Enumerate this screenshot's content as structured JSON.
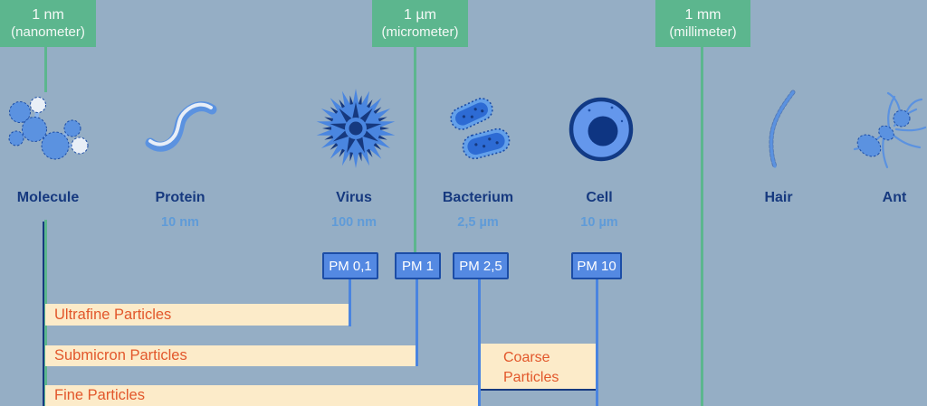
{
  "colors": {
    "background": "#95aec5",
    "scale_green": "#5cb68e",
    "label_navy": "#16397f",
    "size_text_blue": "#5f9bd8",
    "pm_fill": "#5489e2",
    "pm_border": "#1c4da6",
    "pm_line_blue": "#4a84e0",
    "bar_cream": "#fcebc9",
    "bar_text_orange": "#e2572b"
  },
  "scale": [
    {
      "value": "1 nm",
      "unit": "(nanometer)"
    },
    {
      "value": "1 µm",
      "unit": "(micrometer)"
    },
    {
      "value": "1 mm",
      "unit": "(millimeter)"
    }
  ],
  "items": [
    {
      "label": "Molecule"
    },
    {
      "label": "Protein",
      "size": "10 nm"
    },
    {
      "label": "Virus",
      "size": "100 nm"
    },
    {
      "label": "Bacterium",
      "size": "2,5 µm"
    },
    {
      "label": "Cell",
      "size": "10 µm"
    },
    {
      "label": "Hair"
    },
    {
      "label": "Ant"
    }
  ],
  "pm_markers": [
    {
      "label": "PM 0,1"
    },
    {
      "label": "PM 1"
    },
    {
      "label": "PM 2,5"
    },
    {
      "label": "PM 10"
    }
  ],
  "particle_bars": [
    {
      "label": "Ultrafine Particles"
    },
    {
      "label": "Submicron Particles"
    },
    {
      "label": "Fine Particles"
    },
    {
      "label": "Coarse Particles"
    }
  ]
}
